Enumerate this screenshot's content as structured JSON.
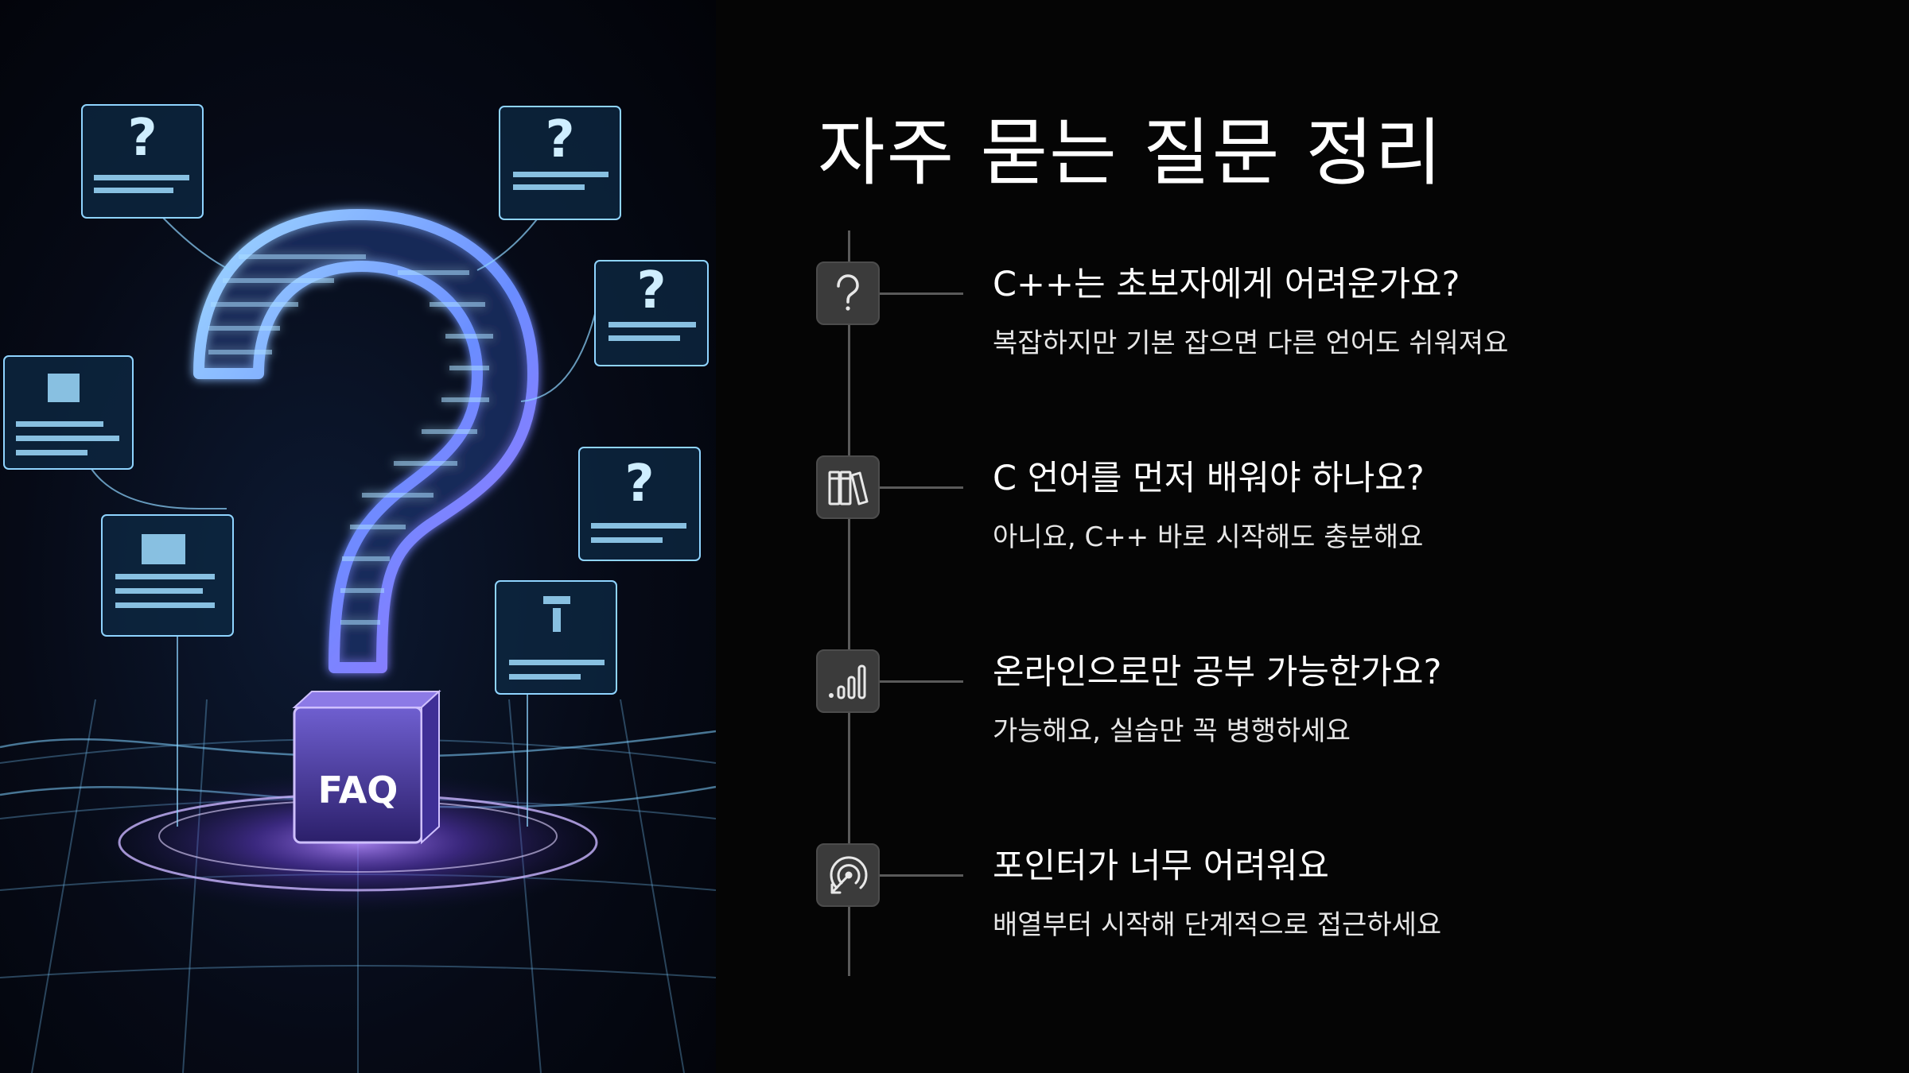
{
  "illustration": {
    "badge_label": "FAQ",
    "panel_glyph": "?"
  },
  "title": "자주 묻는 질문 정리",
  "faq": [
    {
      "icon": "question-mark-icon",
      "question": "C++는 초보자에게 어려운가요?",
      "answer": "복잡하지만 기본 잡으면 다른 언어도 쉬워져요"
    },
    {
      "icon": "books-icon",
      "question": "C 언어를 먼저 배워야 하나요?",
      "answer": "아니요, C++ 바로 시작해도 충분해요"
    },
    {
      "icon": "signal-bars-icon",
      "question": "온라인으로만 공부 가능한가요?",
      "answer": "가능해요, 실습만 꼭 병행하세요"
    },
    {
      "icon": "target-arrow-icon",
      "question": "포인터가 너무 어려워요",
      "answer": "배열부터 시작해 단계적으로 접근하세요"
    }
  ],
  "colors": {
    "background": "#050505",
    "icon_box": "#3b3b3b",
    "timeline": "#5a5a5a",
    "glow_blue": "#8fd4ff",
    "glow_purple": "#a070ff"
  }
}
